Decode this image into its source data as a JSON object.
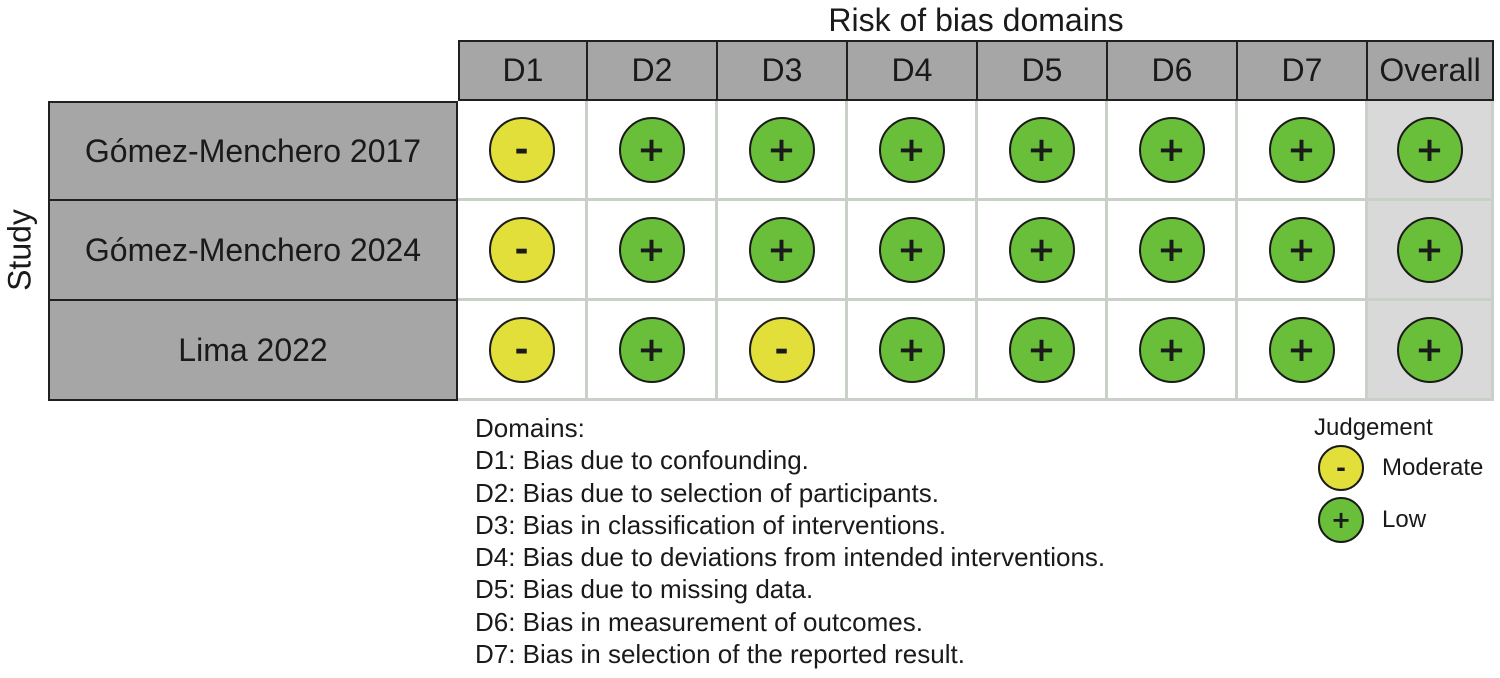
{
  "title": "Risk of bias domains",
  "ylabel": "Study",
  "columns": [
    "D1",
    "D2",
    "D3",
    "D4",
    "D5",
    "D6",
    "D7",
    "Overall"
  ],
  "studies": [
    {
      "name": "Gómez-Menchero 2017",
      "judgements": [
        "moderate",
        "low",
        "low",
        "low",
        "low",
        "low",
        "low",
        "low"
      ]
    },
    {
      "name": "Gómez-Menchero 2024",
      "judgements": [
        "moderate",
        "low",
        "low",
        "low",
        "low",
        "low",
        "low",
        "low"
      ]
    },
    {
      "name": "Lima 2022",
      "judgements": [
        "moderate",
        "low",
        "moderate",
        "low",
        "low",
        "low",
        "low",
        "low"
      ]
    }
  ],
  "symbols": {
    "moderate": "-",
    "low": "+"
  },
  "colors": {
    "moderate": "#e2df3a",
    "low": "#6abf3a",
    "header": "#a6a6a6"
  },
  "domains_heading": "Domains:",
  "domains": [
    "D1: Bias due to confounding.",
    "D2: Bias due to selection of participants.",
    "D3: Bias in classification of interventions.",
    "D4: Bias due to deviations from intended interventions.",
    "D5: Bias due to missing data.",
    "D6: Bias in measurement of outcomes.",
    "D7: Bias in selection of the reported result."
  ],
  "legend": {
    "title": "Judgement",
    "items": [
      {
        "key": "moderate",
        "symbol": "-",
        "label": "Moderate"
      },
      {
        "key": "low",
        "symbol": "+",
        "label": "Low"
      }
    ]
  }
}
